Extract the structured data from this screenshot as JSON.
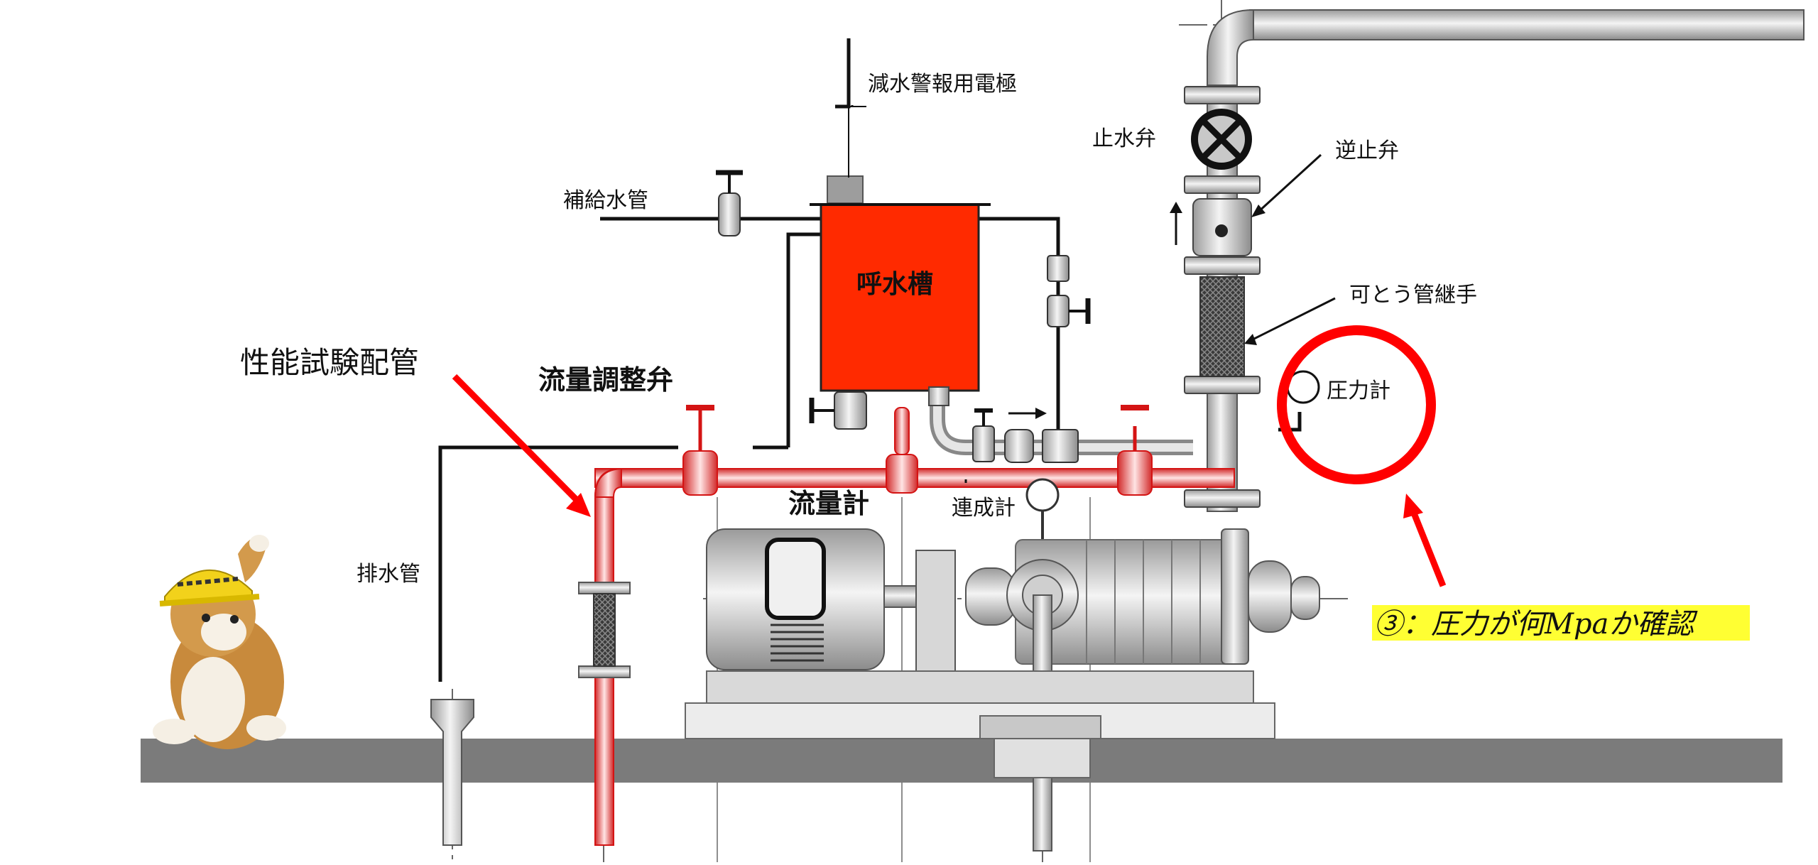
{
  "labels": {
    "electrode": "減水警報用電極",
    "stop_valve": "止水弁",
    "check_valve": "逆止弁",
    "supply_pipe": "補給水管",
    "tank": "呼水槽",
    "flexible_joint": "可とう管継手",
    "performance_pipe": "性能試験配管",
    "flow_valve": "流量調整弁",
    "pressure_gauge": "圧力計",
    "flow_meter": "流量計",
    "compound_gauge": "連成計",
    "drain_pipe": "排水管"
  },
  "note": {
    "text": "③：圧力が何Mpaか確認",
    "highlight_color": "#ffff33"
  },
  "colors": {
    "tank": "#ff2a00",
    "highlight_circle": "#ff0000",
    "test_pipe": "#f3b9b9",
    "test_pipe_edge": "#d41414",
    "ground": "#7b7b7b",
    "pipe_line": "#111111"
  }
}
